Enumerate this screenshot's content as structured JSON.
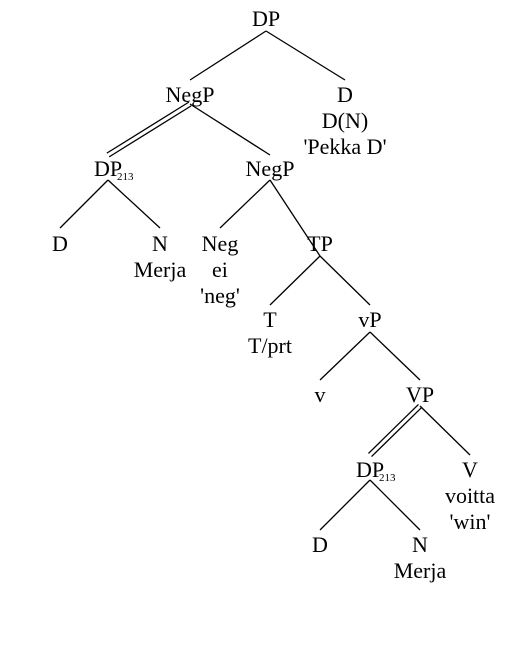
{
  "tree": {
    "nodes": [
      {
        "id": "dp_root",
        "lines": [
          "DP"
        ]
      },
      {
        "id": "negp_top",
        "lines": [
          "NegP"
        ]
      },
      {
        "id": "d_pekka",
        "lines": [
          "D",
          "D(N)",
          "'Pekka D'"
        ]
      },
      {
        "id": "dp_subj",
        "lines": [
          "DP"
        ],
        "sub": "213"
      },
      {
        "id": "negp_low",
        "lines": [
          "NegP"
        ]
      },
      {
        "id": "d_subj",
        "lines": [
          "D"
        ]
      },
      {
        "id": "n_merja_subj",
        "lines": [
          "N",
          "Merja"
        ]
      },
      {
        "id": "neg",
        "lines": [
          "Neg",
          "ei",
          "'neg'"
        ]
      },
      {
        "id": "tp",
        "lines": [
          "TP"
        ]
      },
      {
        "id": "t",
        "lines": [
          "T",
          "T/prt"
        ]
      },
      {
        "id": "vp_small",
        "lines": [
          "vP"
        ]
      },
      {
        "id": "v_small",
        "lines": [
          "v"
        ]
      },
      {
        "id": "vp_big",
        "lines": [
          "VP"
        ]
      },
      {
        "id": "dp_obj",
        "lines": [
          "DP"
        ],
        "sub": "213"
      },
      {
        "id": "v_win",
        "lines": [
          "V",
          "voitta",
          "'win'"
        ]
      },
      {
        "id": "d_obj",
        "lines": [
          "D"
        ]
      },
      {
        "id": "n_merja_obj",
        "lines": [
          "N",
          "Merja"
        ]
      }
    ],
    "edges": [
      {
        "from": "dp_root",
        "to": "negp_top",
        "style": "single"
      },
      {
        "from": "dp_root",
        "to": "d_pekka",
        "style": "single"
      },
      {
        "from": "negp_top",
        "to": "dp_subj",
        "style": "double"
      },
      {
        "from": "negp_top",
        "to": "negp_low",
        "style": "single"
      },
      {
        "from": "dp_subj",
        "to": "d_subj",
        "style": "single"
      },
      {
        "from": "dp_subj",
        "to": "n_merja_subj",
        "style": "single"
      },
      {
        "from": "negp_low",
        "to": "neg",
        "style": "single"
      },
      {
        "from": "negp_low",
        "to": "tp",
        "style": "single"
      },
      {
        "from": "tp",
        "to": "t",
        "style": "single"
      },
      {
        "from": "tp",
        "to": "vp_small",
        "style": "single"
      },
      {
        "from": "vp_small",
        "to": "v_small",
        "style": "single"
      },
      {
        "from": "vp_small",
        "to": "vp_big",
        "style": "single"
      },
      {
        "from": "vp_big",
        "to": "dp_obj",
        "style": "double"
      },
      {
        "from": "vp_big",
        "to": "v_win",
        "style": "single"
      },
      {
        "from": "dp_obj",
        "to": "d_obj",
        "style": "single"
      },
      {
        "from": "dp_obj",
        "to": "n_merja_obj",
        "style": "single"
      }
    ]
  }
}
